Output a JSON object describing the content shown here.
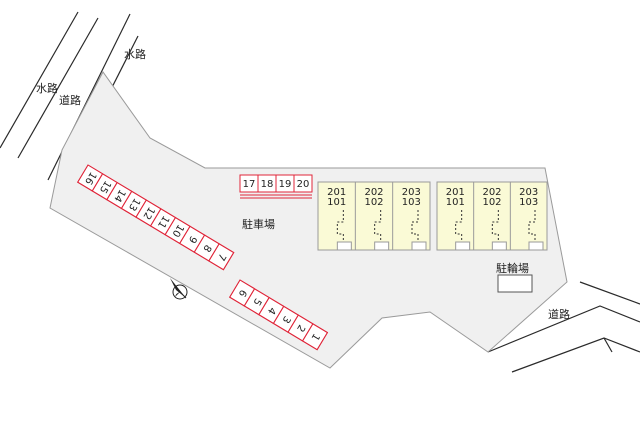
{
  "labels": {
    "waterway_top": "水路",
    "waterway_left": "水路",
    "road_left": "道路",
    "road_right": "道路",
    "parking": "駐車場",
    "bicycle_parking": "駐輪場"
  },
  "parking_diagonal": [
    "16",
    "15",
    "14",
    "13",
    "12",
    "11",
    "10",
    "9",
    "8",
    "7"
  ],
  "parking_lower": [
    "6",
    "5",
    "4",
    "3",
    "2",
    "1"
  ],
  "parking_top": [
    "17",
    "18",
    "19",
    "20"
  ],
  "building_left": [
    {
      "upper": "201",
      "lower": "101"
    },
    {
      "upper": "202",
      "lower": "102"
    },
    {
      "upper": "203",
      "lower": "103"
    }
  ],
  "building_right": [
    {
      "upper": "201",
      "lower": "101"
    },
    {
      "upper": "202",
      "lower": "102"
    },
    {
      "upper": "203",
      "lower": "103"
    }
  ],
  "colors": {
    "lot": "#f0f0f0",
    "lot_border": "#9a9a9a",
    "parking_stall": "#e0263a",
    "building": "#fafad6",
    "road_line": "#2a2a2a"
  },
  "compass_icon": "north-arrow-icon"
}
